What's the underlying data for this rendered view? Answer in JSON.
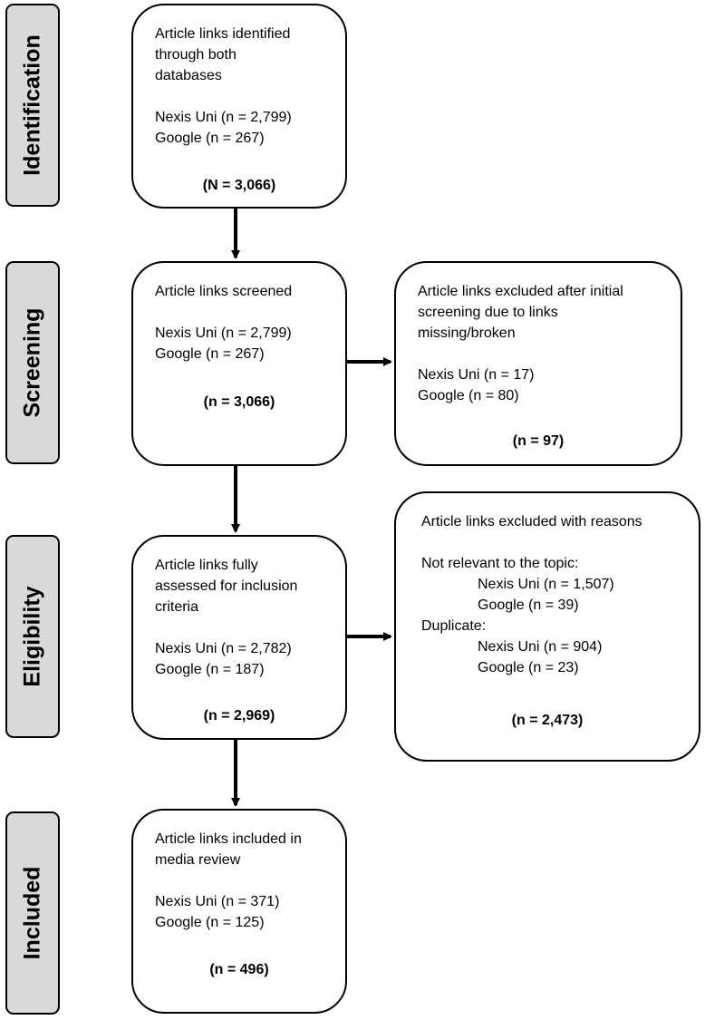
{
  "stages": {
    "identification": "Identification",
    "screening": "Screening",
    "eligibility": "Eligibility",
    "included": "Included"
  },
  "identified": {
    "title_lines": [
      "Article links identified",
      "through both",
      "databases"
    ],
    "nexis": "Nexis Uni (n = 2,799)",
    "google": "Google (n = 267)",
    "total": "(N = 3,066)"
  },
  "screened": {
    "title_lines": [
      "Article links screened"
    ],
    "nexis": "Nexis Uni (n = 2,799)",
    "google": "Google (n = 267)",
    "total": "(n = 3,066)"
  },
  "excluded_initial": {
    "title_lines": [
      "Article links excluded after initial",
      "screening due to links",
      "missing/broken"
    ],
    "nexis": "Nexis Uni (n = 17)",
    "google": "Google (n = 80)",
    "total": "(n = 97)"
  },
  "assessed": {
    "title_lines": [
      "Article links fully",
      "assessed for inclusion",
      "criteria"
    ],
    "nexis": "Nexis Uni (n = 2,782)",
    "google": "Google (n = 187)",
    "total": "(n = 2,969)"
  },
  "excluded_reasons": {
    "title": "Article links excluded with reasons",
    "not_relevant": {
      "label": "Not relevant to the topic:",
      "nexis": "Nexis Uni (n = 1,507)",
      "google": "Google (n = 39)"
    },
    "duplicate": {
      "label": "Duplicate:",
      "nexis": "Nexis Uni (n = 904)",
      "google": "Google (n = 23)"
    },
    "total": "(n = 2,473)"
  },
  "included": {
    "title_lines": [
      "Article links included in",
      "media review"
    ],
    "nexis": "Nexis Uni (n = 371)",
    "google": "Google (n = 125)",
    "total": "(n = 496)"
  }
}
